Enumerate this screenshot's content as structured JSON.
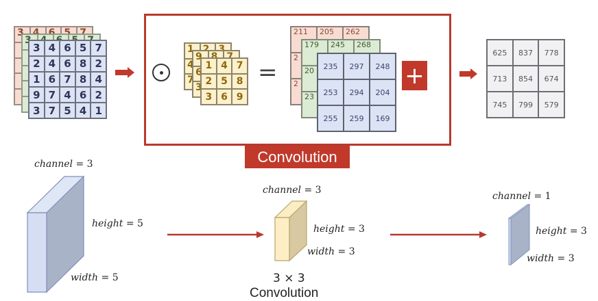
{
  "colors": {
    "accent_red": "#c0392b",
    "input_layer_1": "#f8dcd2",
    "input_layer_2": "#dcebd3",
    "input_layer_3": "#dce3f4",
    "kernel": "#fdf0cc",
    "result": "#f1f1f3"
  },
  "top": {
    "input": {
      "layers": [
        {
          "name": "channel-1",
          "visible_top_row": [
            "3",
            "4",
            "6",
            "5",
            "7"
          ]
        },
        {
          "name": "channel-2",
          "visible_top_row": [
            "3",
            "4",
            "6",
            "5",
            "7"
          ]
        },
        {
          "name": "channel-3",
          "rows": [
            [
              "3",
              "4",
              "6",
              "5",
              "7"
            ],
            [
              "2",
              "4",
              "6",
              "8",
              "2"
            ],
            [
              "1",
              "6",
              "7",
              "8",
              "4"
            ],
            [
              "9",
              "7",
              "4",
              "6",
              "2"
            ],
            [
              "3",
              "7",
              "5",
              "4",
              "1"
            ]
          ]
        }
      ]
    },
    "operator_symbol": "⊙",
    "kernel": {
      "layers": [
        {
          "name": "kernel-1",
          "visible_top_row": [
            "1",
            "2",
            "3"
          ],
          "visible_left_col": [
            "1",
            "4",
            "7"
          ]
        },
        {
          "name": "kernel-2",
          "visible_top_row": [
            "9",
            "8",
            "7"
          ],
          "visible_left_col": [
            "9",
            "6",
            "3"
          ]
        },
        {
          "name": "kernel-3",
          "rows": [
            [
              "1",
              "4",
              "7"
            ],
            [
              "2",
              "5",
              "8"
            ],
            [
              "3",
              "6",
              "9"
            ]
          ]
        }
      ]
    },
    "equals_symbol": "=",
    "partial_outputs": {
      "layers": [
        {
          "name": "partial-1",
          "visible_top_row": [
            "211",
            "205",
            "262"
          ],
          "visible_left_col": [
            "211",
            "2",
            "2"
          ]
        },
        {
          "name": "partial-2",
          "visible_top_row": [
            "179",
            "245",
            "268"
          ],
          "visible_left_col": [
            "179",
            "20",
            "23"
          ]
        },
        {
          "name": "partial-3",
          "rows": [
            [
              "235",
              "297",
              "248"
            ],
            [
              "253",
              "294",
              "204"
            ],
            [
              "255",
              "259",
              "169"
            ]
          ]
        }
      ]
    },
    "sum_symbol": "+",
    "result": {
      "rows": [
        [
          "625",
          "837",
          "778"
        ],
        [
          "713",
          "854",
          "674"
        ],
        [
          "745",
          "799",
          "579"
        ]
      ]
    },
    "convolution_label": "Convolution"
  },
  "bottom": {
    "input_block": {
      "channel": {
        "var": "channel",
        "op": " = ",
        "val": "3"
      },
      "height": {
        "var": "height",
        "op": " = ",
        "val": "5"
      },
      "width": {
        "var": "width",
        "op": " = ",
        "val": "5"
      }
    },
    "kernel_block": {
      "channel": {
        "var": "channel",
        "op": " = ",
        "val": "3"
      },
      "height": {
        "var": "height",
        "op": " = ",
        "val": "3"
      },
      "width": {
        "var": "width",
        "op": " = ",
        "val": "3"
      },
      "caption_line1": "3 × 3",
      "caption_line2": "Convolution"
    },
    "output_block": {
      "channel": {
        "var": "channel",
        "op": " = ",
        "val": "1"
      },
      "height": {
        "var": "height",
        "op": " = ",
        "val": "3"
      },
      "width": {
        "var": "width",
        "op": " = ",
        "val": "3"
      }
    }
  }
}
